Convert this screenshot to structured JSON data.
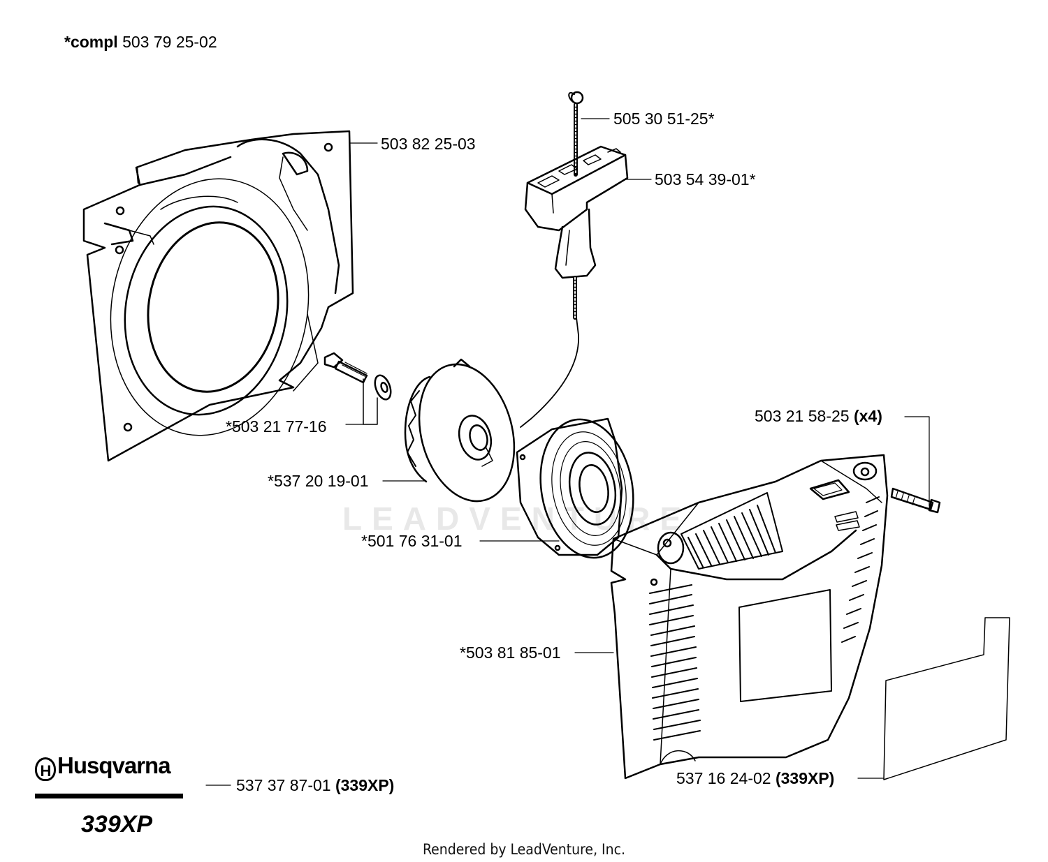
{
  "header": {
    "compl_prefix": "*compl",
    "compl_number": "503 79 25-02"
  },
  "parts": {
    "starter_housing": "503 82 25-03",
    "rope": "505 30 51-25*",
    "handle": "503 54 39-01*",
    "screw_washer": "*503 21 77-16",
    "pulley": "*537 20 19-01",
    "spring_cassette": "*501 76 31-01",
    "screw_x4": "503 21 58-25",
    "screw_x4_qty": "(x4)",
    "cover": "*503 81 85-01",
    "decal": "537 16 24-02",
    "decal_model": "(339XP)",
    "kit": "537 37 87-01",
    "kit_model": "(339XP)"
  },
  "brand": {
    "name": "Husqvarna",
    "logo_letter": "H",
    "model": "339XP"
  },
  "watermark": "LEADVENTURE",
  "footer": "Rendered by LeadVenture, Inc."
}
